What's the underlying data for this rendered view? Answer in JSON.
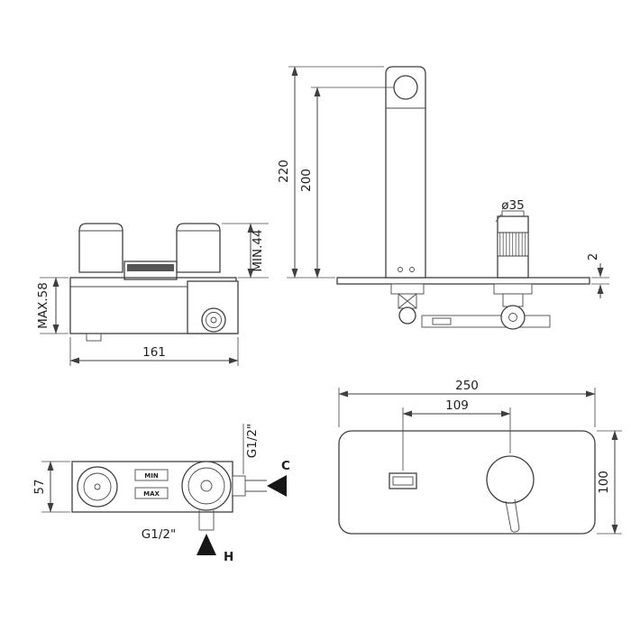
{
  "colors": {
    "line": "#3f3f3f",
    "text": "#1e1e1e",
    "arrow_fill": "#161616",
    "background": "#ffffff"
  },
  "views": {
    "body_side": {
      "dim_width": "161",
      "dim_height_max": "MAX.58",
      "dim_depth_min": "MIN.44"
    },
    "spout_front": {
      "dim_height_total": "220",
      "dim_height_spout": "200",
      "dim_handle_diameter": "ø35",
      "dim_plate_thickness": "2"
    },
    "body_plan": {
      "dim_depth": "57",
      "thread_side": "G1/2\"",
      "thread_bottom": "G1/2\"",
      "label_cold": "C",
      "label_hot": "H",
      "label_min": "MIN",
      "label_max": "MAX"
    },
    "plate_front": {
      "dim_width": "250",
      "dim_spacing": "109",
      "dim_height": "100"
    }
  }
}
